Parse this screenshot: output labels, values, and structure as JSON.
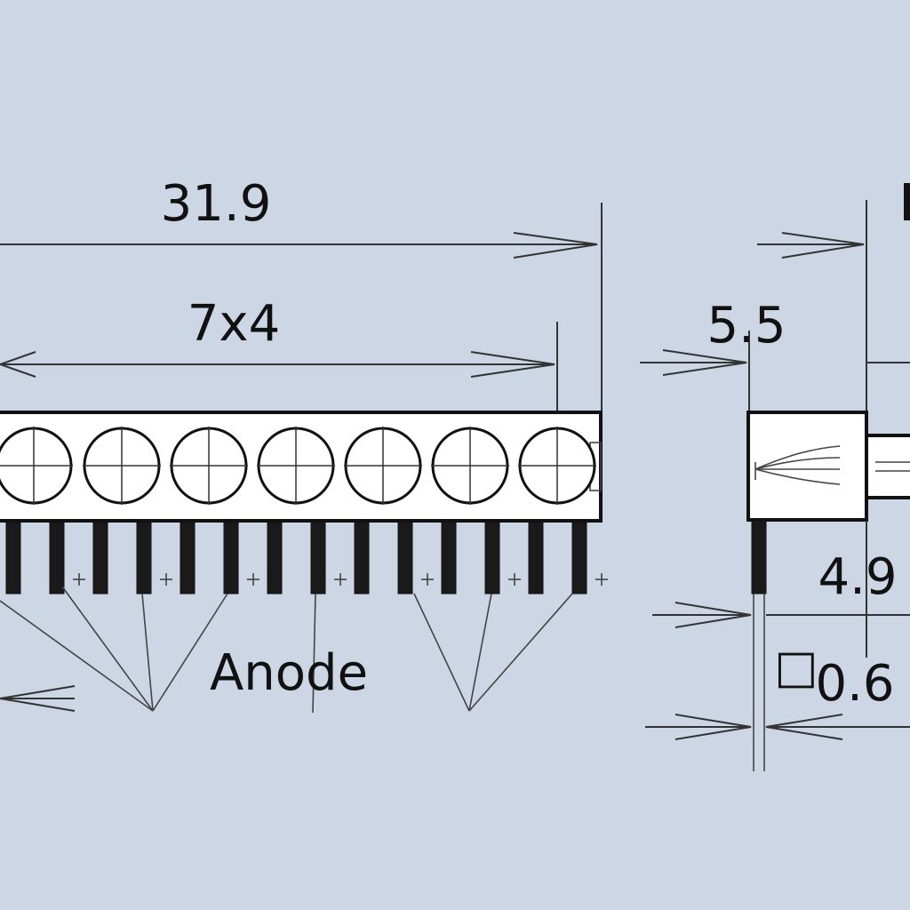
{
  "dimensions": {
    "overall_length": "31.9",
    "pitch": "7x4",
    "depth": "5.5",
    "pin_offset": "4.9",
    "pin_size_symbol": "□",
    "pin_size": "0.6"
  },
  "labels": {
    "anode": "Anode"
  },
  "colors": {
    "background": "#cdd6e4",
    "outline": "#111111",
    "body": "#ffffff"
  }
}
